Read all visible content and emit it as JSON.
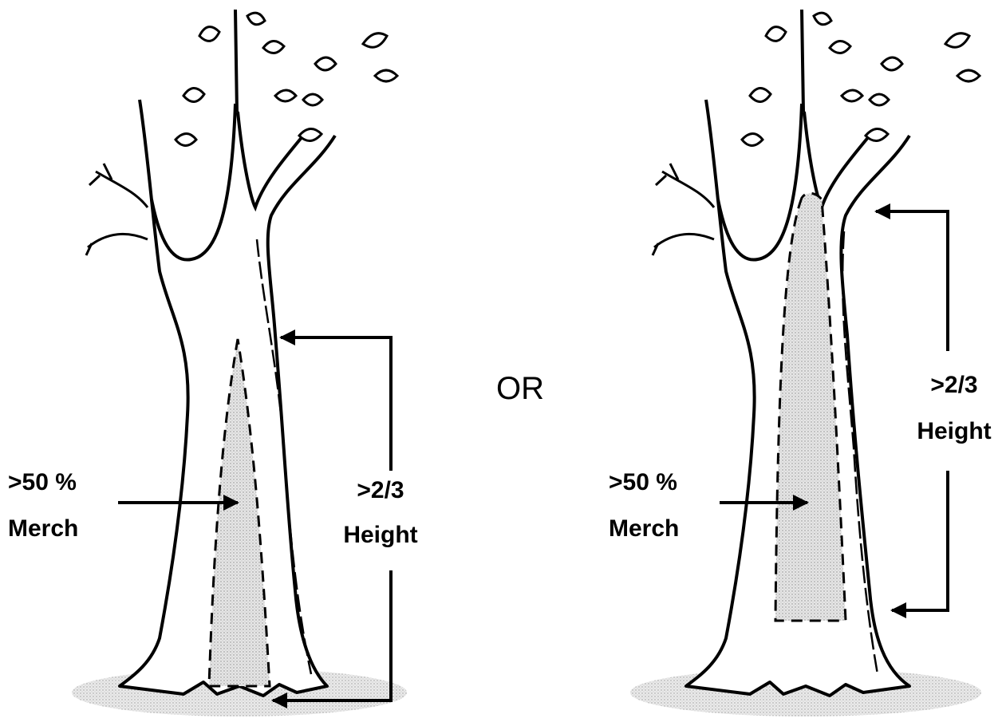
{
  "separator": "OR",
  "panels": [
    {
      "name": "left",
      "merch_label": {
        "line1": ">50 %",
        "line2": "Merch"
      },
      "height_label": {
        "line1": ">2/3",
        "line2": "Height"
      }
    },
    {
      "name": "right",
      "merch_label": {
        "line1": ">50 %",
        "line2": "Merch"
      },
      "height_label": {
        "line1": ">2/3",
        "line2": "Height"
      }
    }
  ]
}
